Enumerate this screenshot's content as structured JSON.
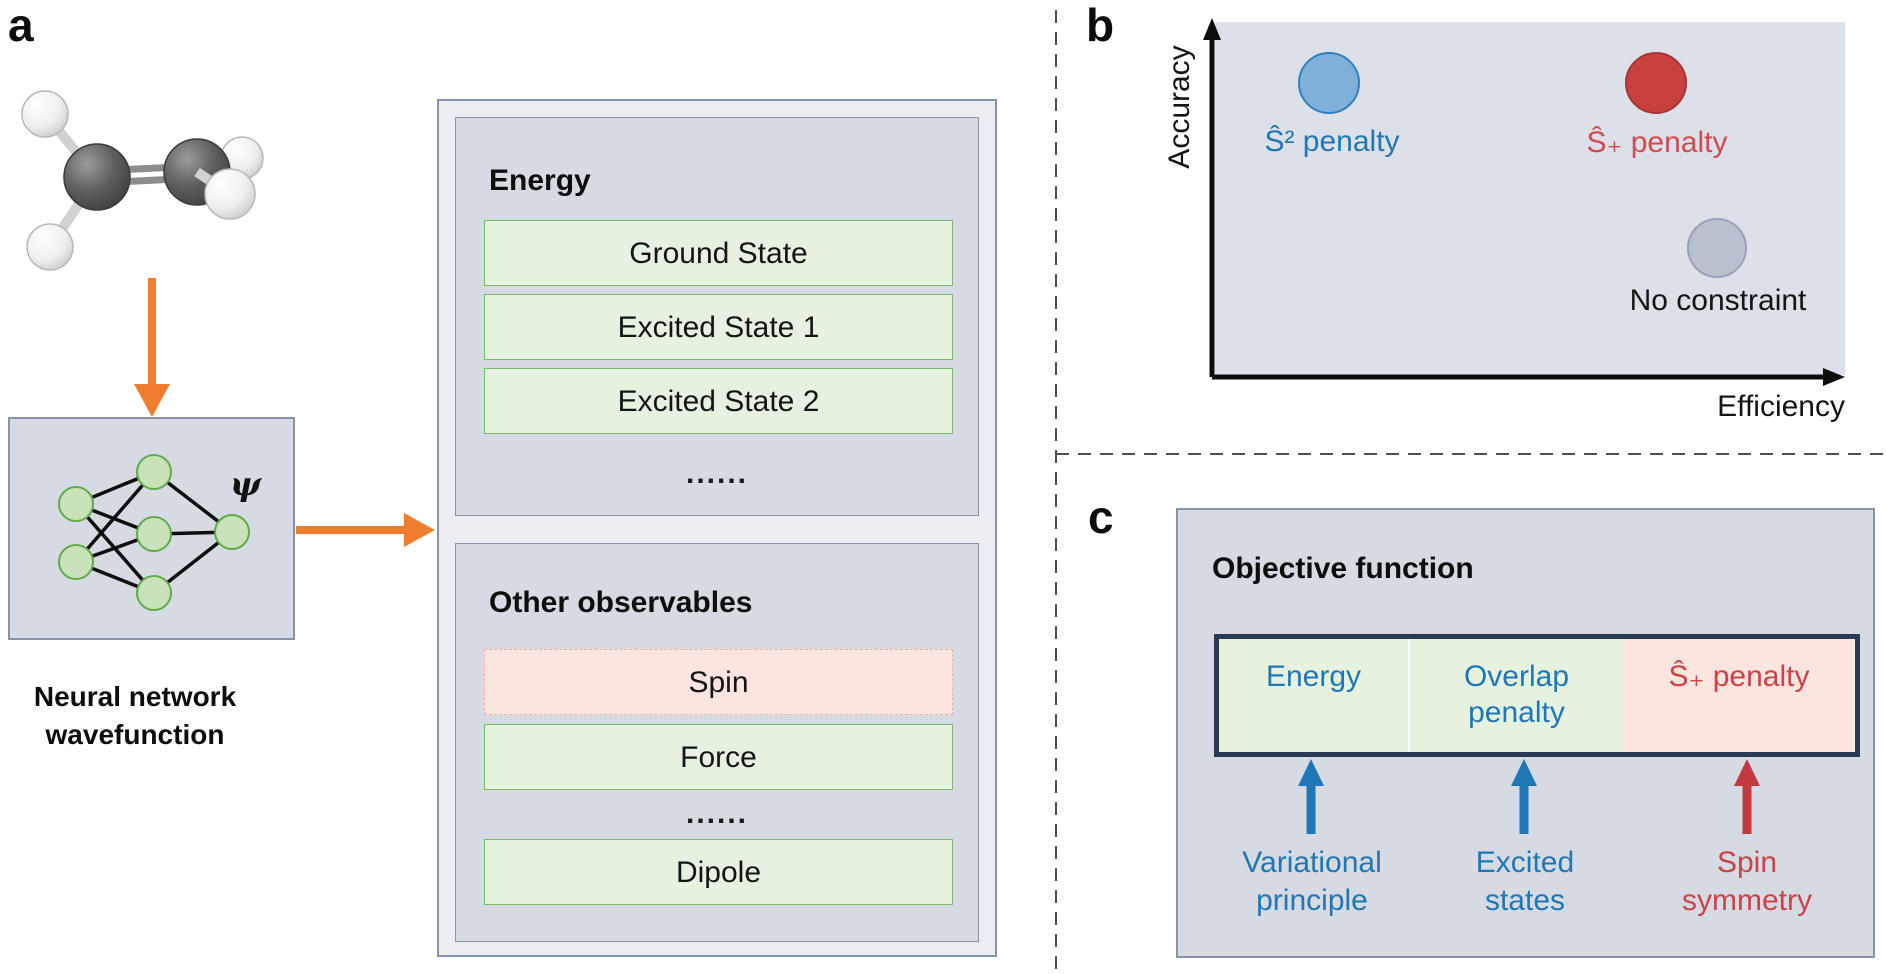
{
  "figure": {
    "panel_a": {
      "label": "a",
      "psi": "ψ",
      "nn_caption_line1": "Neural network",
      "nn_caption_line2": "wavefunction",
      "energy_section": {
        "title": "Energy",
        "rows": [
          "Ground State",
          "Excited State 1",
          "Excited State 2"
        ],
        "ellipsis": "......"
      },
      "observables_section": {
        "title": "Other observables",
        "rows": [
          "Spin",
          "Force",
          "Dipole"
        ],
        "ellipsis": "......"
      }
    },
    "panel_b": {
      "label": "b",
      "y_axis_label": "Accuracy",
      "x_axis_label": "Efficiency",
      "points": [
        {
          "label": "Ŝ² penalty"
        },
        {
          "label": "Ŝ₊ penalty"
        },
        {
          "label": "No constraint"
        }
      ]
    },
    "panel_c": {
      "label": "c",
      "title": "Objective function",
      "cells": {
        "energy": "Energy",
        "overlap_line1": "Overlap",
        "overlap_line2": "penalty",
        "spin_penalty": "Ŝ₊ penalty"
      },
      "annotations": [
        {
          "line1": "Variational",
          "line2": "principle"
        },
        {
          "line1": "Excited",
          "line2": "states"
        },
        {
          "line1": "Spin",
          "line2": "symmetry"
        }
      ]
    },
    "colors": {
      "orange_arrow": "#ee7d2e",
      "blue_accent": "#1f77b6",
      "red_accent": "#cb4248",
      "blue_dot_fill": "#7fb0da",
      "blue_dot_stroke": "#3380bf",
      "red_dot_fill": "#c7413f",
      "red_dot_stroke": "#a83638",
      "gray_dot_fill": "#b9c0ce",
      "gray_dot_stroke": "#99a2b4",
      "panel_gray": "#d6dae3",
      "green_box": "#e6f2e0",
      "pink_box": "#fde5df",
      "navy_border": "#2c3b55",
      "node_green": "#c8e3b9"
    }
  },
  "chart_data": {
    "type": "scatter",
    "title": "",
    "xlabel": "Efficiency",
    "ylabel": "Accuracy",
    "axes_quantitative": false,
    "grid": false,
    "xlim": [
      0,
      1
    ],
    "ylim": [
      0,
      1
    ],
    "points": [
      {
        "label": "Ŝ² penalty",
        "x": 0.18,
        "y": 0.83,
        "color": "#7fb0da"
      },
      {
        "label": "Ŝ₊ penalty",
        "x": 0.7,
        "y": 0.83,
        "color": "#c7413f"
      },
      {
        "label": "No constraint",
        "x": 0.8,
        "y": 0.36,
        "color": "#b9c0ce"
      }
    ]
  }
}
